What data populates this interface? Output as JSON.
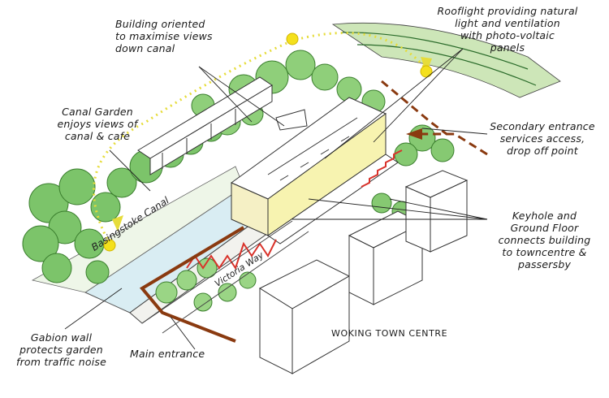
{
  "annotations": {
    "building_oriented": [
      "Building oriented",
      "to maximise views",
      "down canal"
    ],
    "rooflight": [
      "Rooflight providing natural",
      "light and ventilation",
      "with photo-voltaic",
      "panels"
    ],
    "canal_garden": [
      "Canal Garden",
      "enjoys views of",
      "canal & cafe"
    ],
    "secondary_entrance": [
      "Secondary entrance",
      "services access,",
      "drop off point"
    ],
    "keyhole": [
      "Keyhole and",
      "Ground Floor",
      "connects building",
      "to towncentre &",
      "passersby"
    ],
    "gabion": [
      "Gabion wall",
      "protects garden",
      "from traffic noise"
    ],
    "main_entrance": "Main entrance",
    "woking": "WOKING TOWN CENTRE",
    "canal_label": "Basingstoke Canal",
    "viaduct_label": "Victoria Way"
  },
  "colors": {
    "sun": "#f4e01c",
    "sun_path": "#e6dc3a",
    "building_glow": "#f7f3b0",
    "tree": "#7cc46a",
    "canal": "#d9edf3",
    "entrance_arrow": "#8a3a10",
    "stair": "#d9322a"
  }
}
